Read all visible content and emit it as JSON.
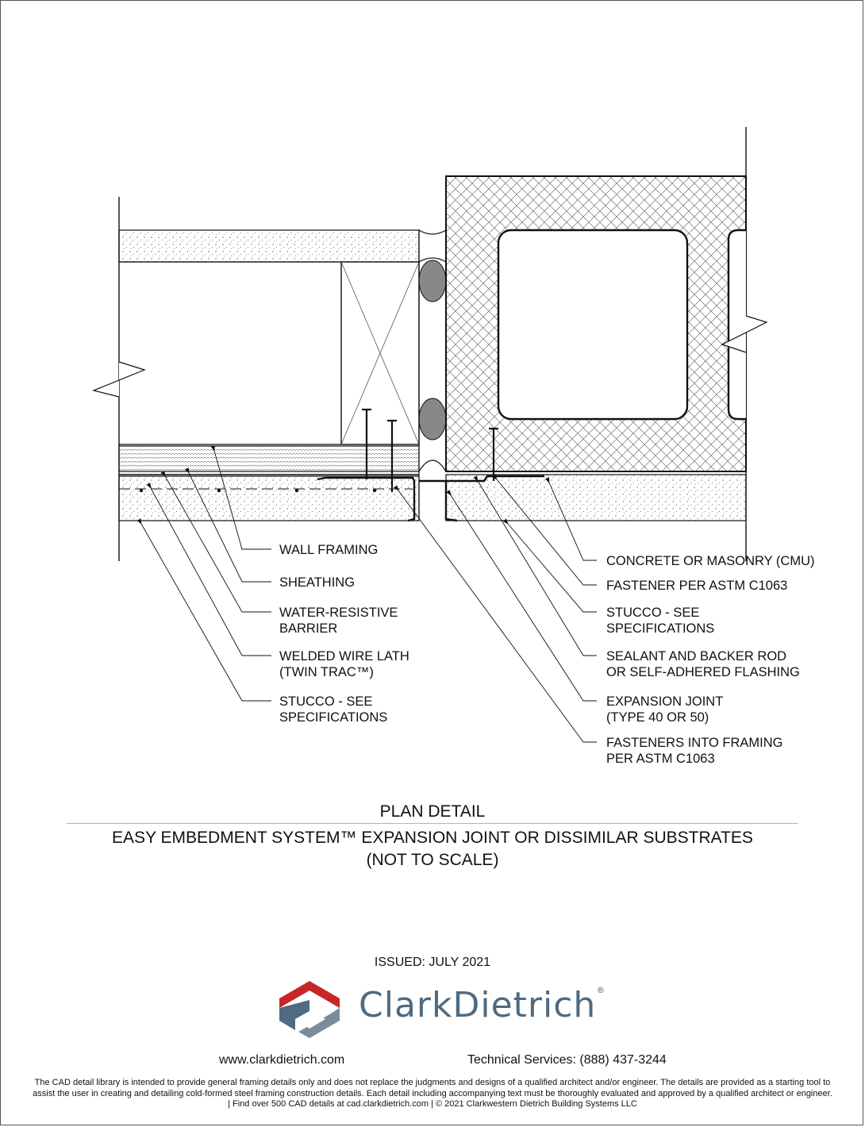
{
  "callouts_left": [
    "WALL FRAMING",
    "SHEATHING",
    "WATER-RESISTIVE\nBARRIER",
    "WELDED WIRE LATH\n(TWIN TRAC™)",
    "STUCCO - SEE\nSPECIFICATIONS"
  ],
  "callouts_right": [
    "CONCRETE OR MASONRY (CMU)",
    "FASTENER PER ASTM C1063",
    "STUCCO - SEE\nSPECIFICATIONS",
    "SEALANT AND BACKER ROD\nOR SELF-ADHERED FLASHING",
    "EXPANSION JOINT\n(TYPE 40 OR 50)",
    "FASTENERS INTO FRAMING\nPER ASTM C1063"
  ],
  "title": {
    "heading": "PLAN DETAIL",
    "subtitle": "EASY EMBEDMENT SYSTEM™ EXPANSION JOINT OR DISSIMILAR SUBSTRATES",
    "scale_note": "(NOT TO SCALE)"
  },
  "issued": "ISSUED: JULY 2021",
  "logo": {
    "name": "ClarkDietrich",
    "mark": "clarkdietrich-logo-icon",
    "colors": [
      "#c62828",
      "#4f6a82",
      "#7a8c9c"
    ]
  },
  "footer": {
    "website": "www.clarkdietrich.com",
    "tech_services": "Technical Services: (888) 437-3244",
    "disclaimer": "The CAD detail library is intended to provide general framing details only and does not replace the judgments and designs of a qualified architect and/or engineer. The details are provided as a starting tool to assist the user in creating and detailing cold-formed steel framing construction details. Each detail including accompanying text must be thoroughly evaluated and approved by a qualified architect or engineer.    |    Find over 500 CAD details at cad.clarkdietrich.com    |    © 2021 Clarkwestern Dietrich Building Systems LLC"
  }
}
